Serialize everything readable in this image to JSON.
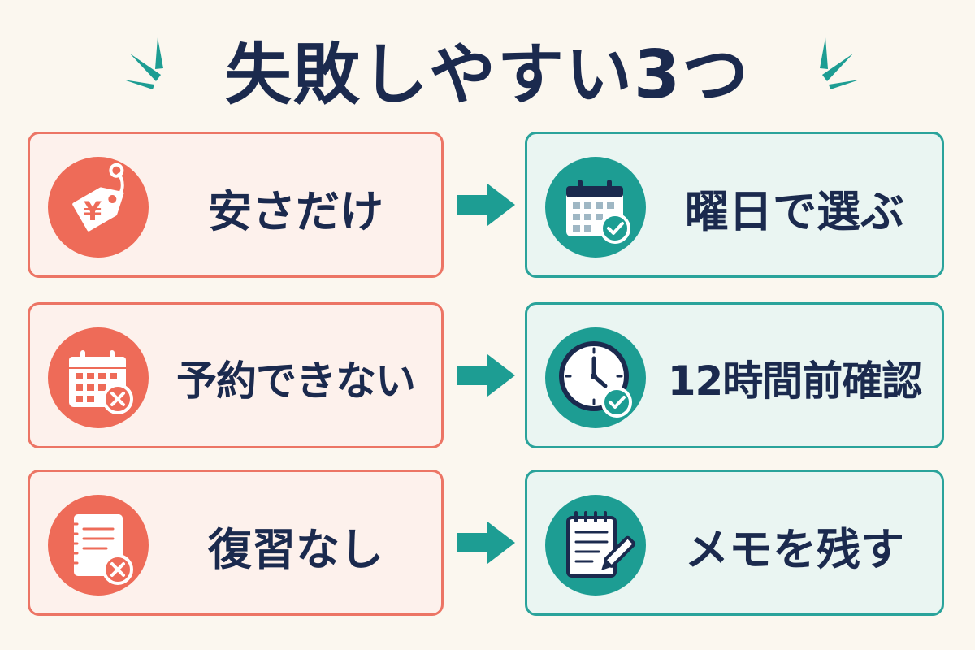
{
  "title": "失敗しやすい3つ",
  "colors": {
    "background": "#fbf7ef",
    "title_text": "#1b2a4e",
    "bad_border": "#ec7565",
    "bad_fill": "#fdf1ec",
    "bad_icon": "#ee6b58",
    "good_border": "#2aa39b",
    "good_fill": "#eaf5f2",
    "good_icon": "#1d9d93",
    "arrow": "#1d9d93"
  },
  "rows": [
    {
      "problem": {
        "label": "安さだけ",
        "icon": "yen-price-tag-icon"
      },
      "solution": {
        "label": "曜日で選ぶ",
        "icon": "calendar-check-icon"
      }
    },
    {
      "problem": {
        "label": "予約できない",
        "icon": "calendar-x-icon"
      },
      "solution": {
        "label": "12時間前確認",
        "icon": "clock-check-icon"
      }
    },
    {
      "problem": {
        "label": "復習なし",
        "icon": "notebook-x-icon"
      },
      "solution": {
        "label": "メモを残す",
        "icon": "note-pencil-icon"
      }
    }
  ]
}
